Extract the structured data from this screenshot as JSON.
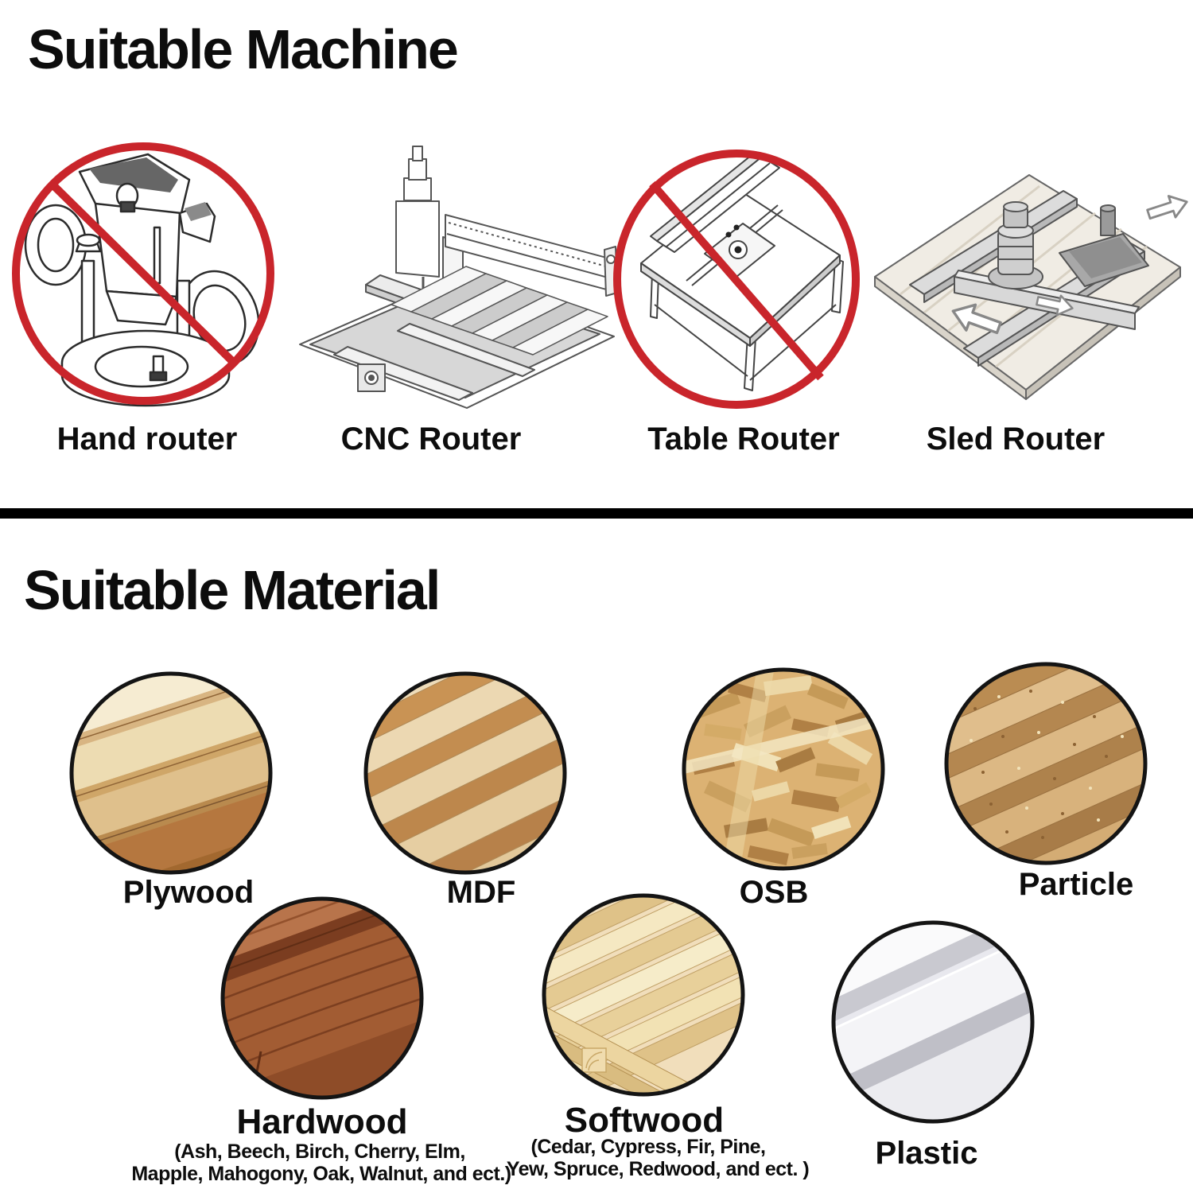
{
  "page": {
    "background_color": "#ffffff",
    "prohibition_red": "#c9252b",
    "divider_color": "#000000",
    "circle_border_color": "#141414"
  },
  "machine_section": {
    "title": "Suitable Machine",
    "machines": [
      {
        "label": "Hand router",
        "prohibited": true,
        "icon": "hand-router-illustration"
      },
      {
        "label": "CNC Router",
        "prohibited": false,
        "icon": "cnc-router-illustration"
      },
      {
        "label": "Table Router",
        "prohibited": true,
        "icon": "table-router-illustration"
      },
      {
        "label": "Sled Router",
        "prohibited": false,
        "icon": "sled-router-illustration"
      }
    ]
  },
  "material_section": {
    "title": "Suitable Material",
    "row1": [
      {
        "label": "Plywood",
        "icon": "plywood-photo"
      },
      {
        "label": "MDF",
        "icon": "mdf-photo"
      },
      {
        "label": "OSB",
        "icon": "osb-photo"
      },
      {
        "label": "Particle",
        "icon": "particle-board-photo"
      }
    ],
    "row2": [
      {
        "label": "Hardwood",
        "sublabel_line1": "(Ash, Beech, Birch, Cherry, Elm,",
        "sublabel_line2": "Mapple, Mahogony, Oak, Walnut, and ect.)",
        "icon": "hardwood-photo"
      },
      {
        "label": "Softwood",
        "sublabel_line1": "(Cedar, Cypress, Fir, Pine,",
        "sublabel_line2": "Yew, Spruce, Redwood, and ect. )",
        "icon": "softwood-photo"
      },
      {
        "label": "Plastic",
        "icon": "plastic-photo"
      }
    ]
  }
}
